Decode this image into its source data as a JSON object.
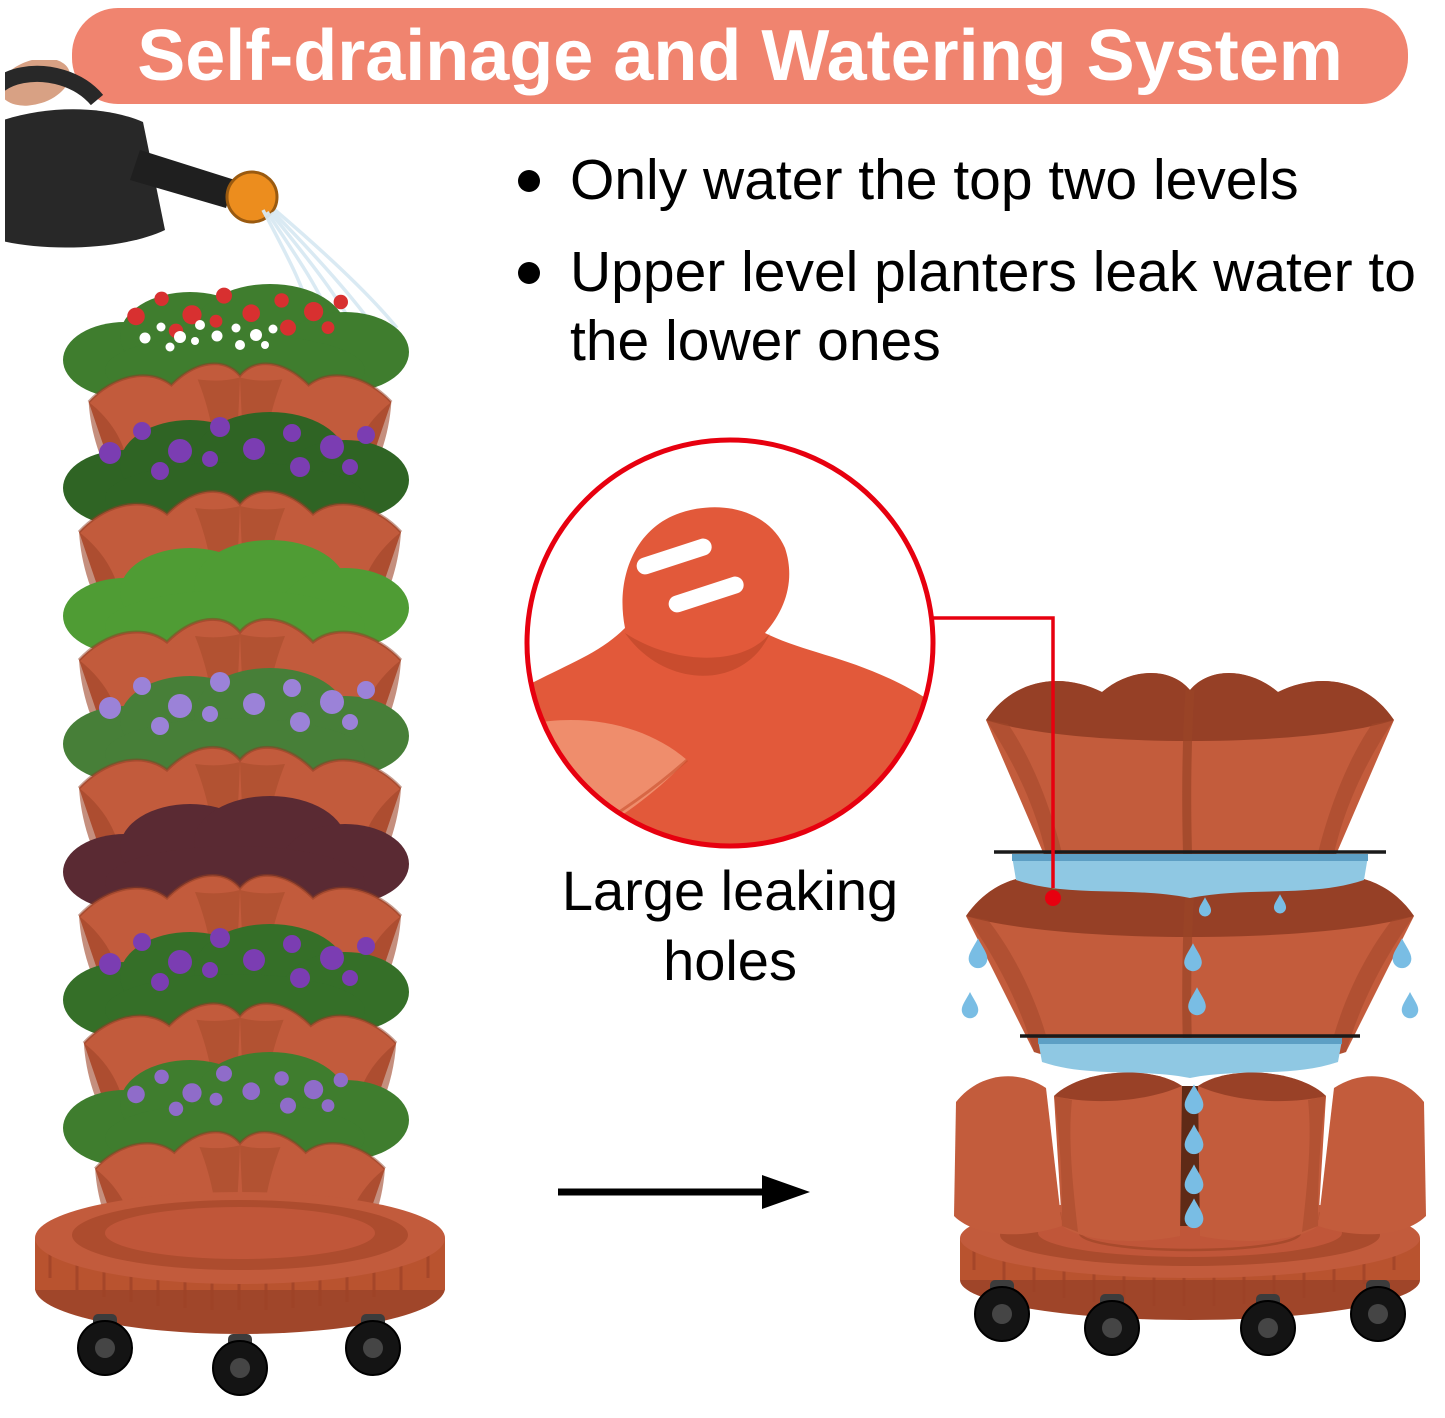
{
  "banner": {
    "title": "Self-drainage and Watering System",
    "bg_color": "#F0846F",
    "text_color": "#FFFFFF"
  },
  "bullets": {
    "items": [
      {
        "label": "Only water the top two levels"
      },
      {
        "label": "Upper level planters leak water to the lower ones"
      }
    ]
  },
  "callout": {
    "label": "Large leaking holes"
  },
  "colors": {
    "accent_red": "#E7000F",
    "terracotta": "#C25B3C",
    "terracotta_dark": "#9F4529",
    "water_blue": "#8FC8E3",
    "droplet_blue": "#79BDE4",
    "banner_salmon": "#F0846F",
    "leaf_green": "#3F7D2E",
    "bloom_purple": "#7B3DB2"
  },
  "icons": {
    "watering_can": "watering-can-icon",
    "water_droplet": "water-droplet-icon",
    "arrow_right": "arrow-right-icon",
    "zoom_ring": "zoom-callout-ring",
    "caster_wheel": "caster-wheel-icon",
    "bullet_dot": "bullet-dot"
  }
}
